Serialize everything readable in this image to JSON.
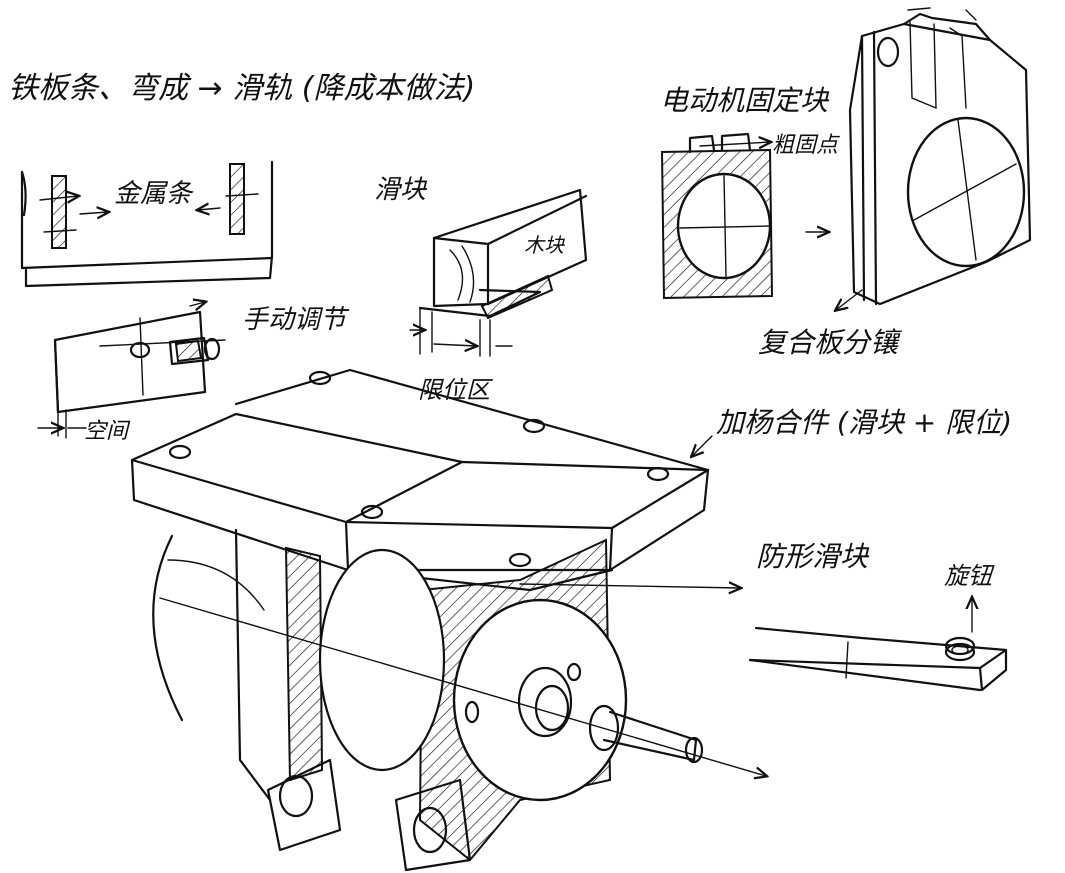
{
  "colors": {
    "ink": "#111111",
    "paper": "#ffffff"
  },
  "labels": {
    "title_top_left": "铁板条、弯成 → 滑轨 (降成本做法)",
    "metal_strip": "金属条",
    "manual_adjust": "手动调节",
    "clearance": "空间",
    "slider": "滑块",
    "wood_block": "木块",
    "limit_zone": "限位区",
    "motor_fixing_block": "电动机固定块",
    "fixing_points": "粗固点",
    "laminated_splice": "复合板分镶",
    "pulley_assembly": "加杨合件 (滑块 + 限位)",
    "shaped_slider": "防形滑块",
    "knob_nut": "旋钮"
  }
}
